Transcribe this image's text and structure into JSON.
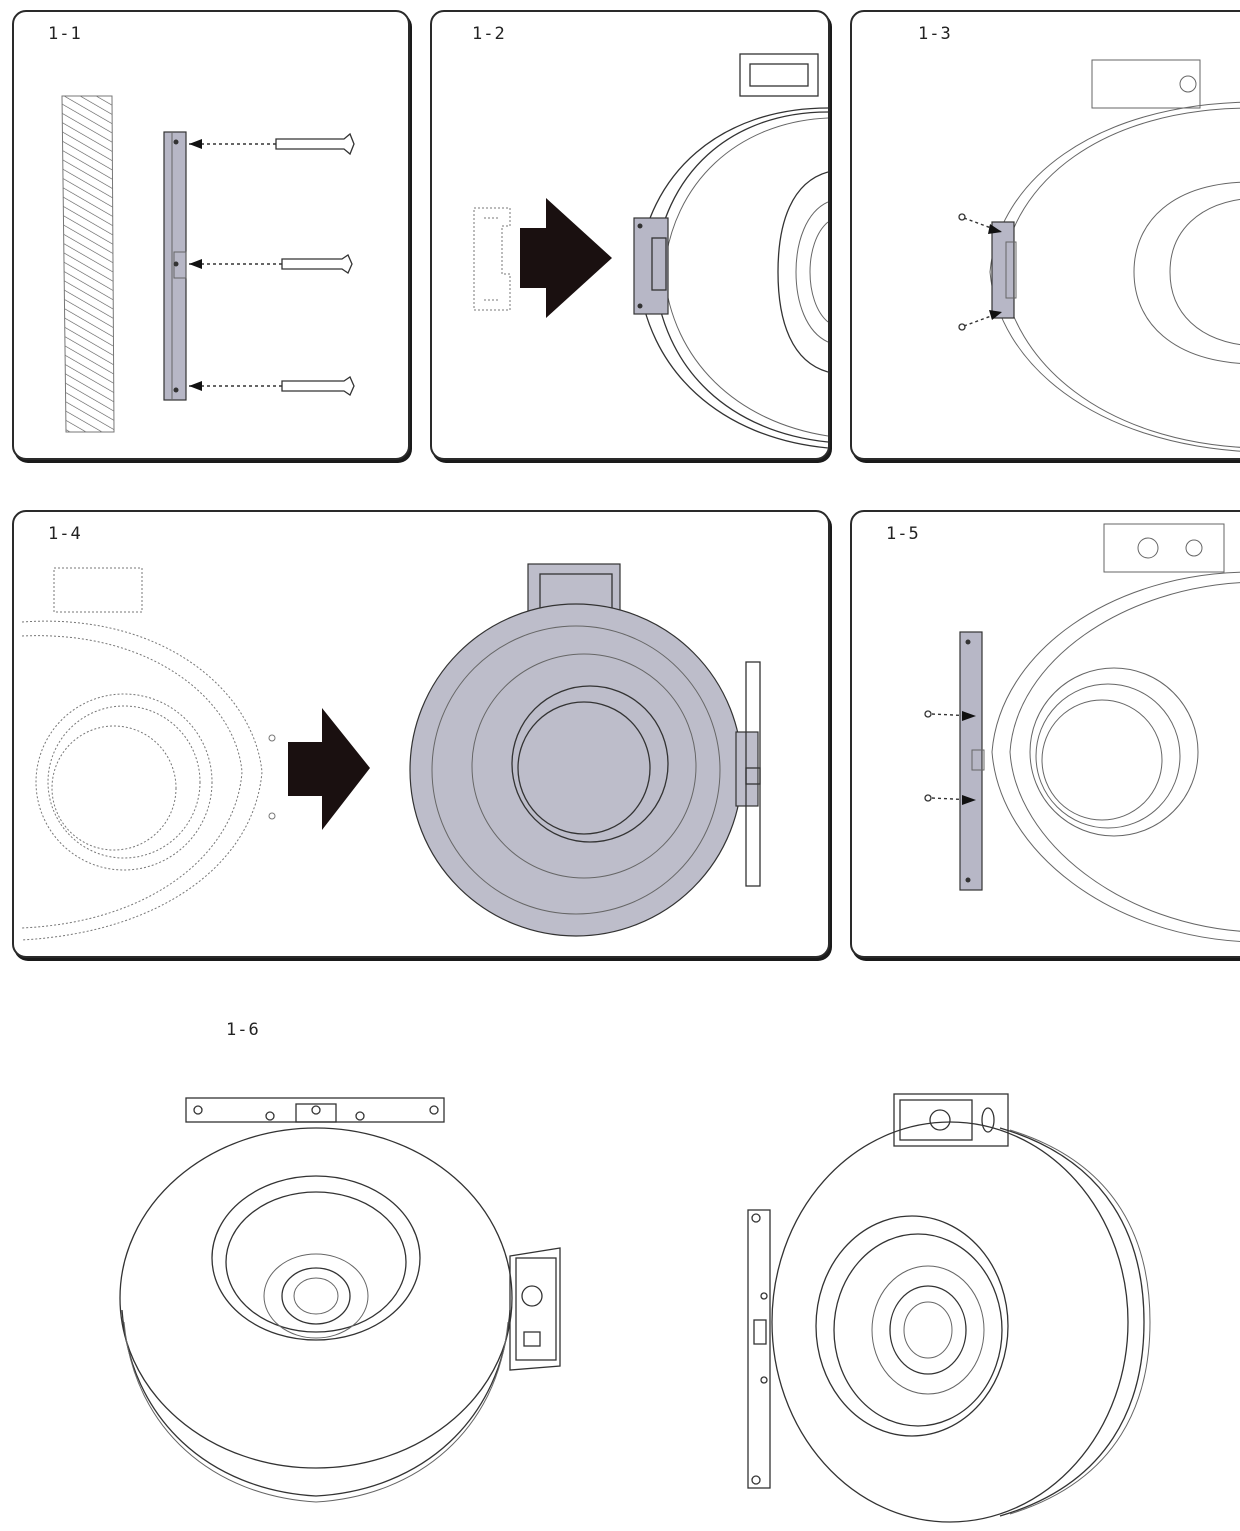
{
  "steps": [
    {
      "label": "1-1"
    },
    {
      "label": "1-2"
    },
    {
      "label": "1-3"
    },
    {
      "label": "1-4"
    },
    {
      "label": "1-5"
    },
    {
      "label": "1-6"
    }
  ],
  "colors": {
    "bracket": "#b7b7c6",
    "arrow": "#1a1010",
    "fan_fill": "#bdbdca",
    "outline": "#333333"
  }
}
